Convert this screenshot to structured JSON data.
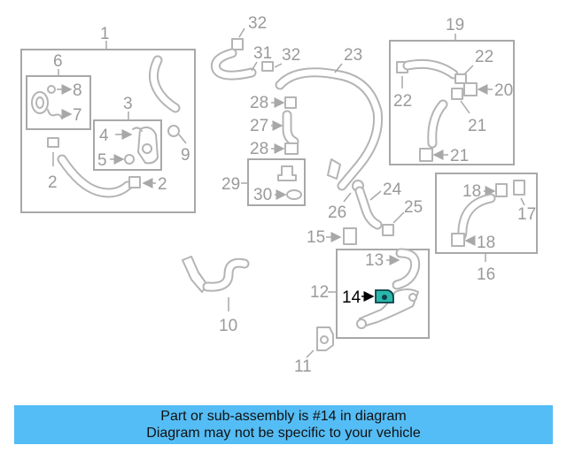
{
  "diagram": {
    "callouts": {
      "c1": "1",
      "c2a": "2",
      "c2b": "2",
      "c3": "3",
      "c4": "4",
      "c5": "5",
      "c6": "6",
      "c7": "7",
      "c8": "8",
      "c9": "9",
      "c10": "10",
      "c11": "11",
      "c12": "12",
      "c13": "13",
      "c14": "14",
      "c15": "15",
      "c16": "16",
      "c17": "17",
      "c18a": "18",
      "c18b": "18",
      "c19": "19",
      "c20": "20",
      "c21a": "21",
      "c21b": "21",
      "c22a": "22",
      "c22b": "22",
      "c23": "23",
      "c24": "24",
      "c25": "25",
      "c26": "26",
      "c27": "27",
      "c28a": "28",
      "c28b": "28",
      "c29": "29",
      "c30": "30",
      "c31": "31",
      "c32a": "32",
      "c32b": "32"
    },
    "highlight_part": "14",
    "colors": {
      "highlight_part": "#2ab7a9",
      "line_art": "#b4b4b4",
      "banner": "#55bdf5"
    }
  },
  "banner": {
    "line1": "Part or sub-assembly is #14 in diagram",
    "line2": "Diagram may not be specific to your vehicle"
  }
}
